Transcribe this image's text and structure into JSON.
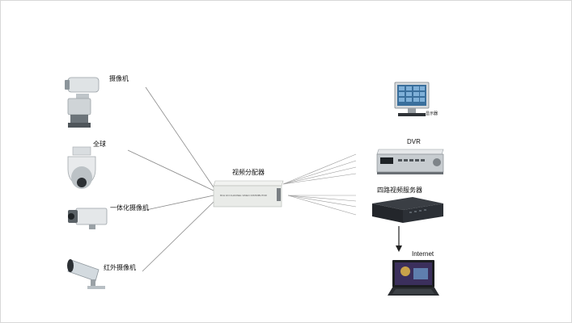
{
  "diagram": {
    "cameras": [
      {
        "label": "摄像机",
        "icon": "ptz-camera-icon"
      },
      {
        "label": "全球",
        "icon": "dome-camera-icon"
      },
      {
        "label": "一体化摄像机",
        "icon": "box-camera-icon"
      },
      {
        "label": "红外摄像机",
        "icon": "ir-bullet-camera-icon"
      }
    ],
    "distributor": {
      "label": "视频分配器",
      "panel_text": "8CH 1IN CHANNEL VIDEO DISTRIBUTOR",
      "icon": "video-distributor-icon"
    },
    "outputs": [
      {
        "label": "显示器",
        "icon": "monitor-icon"
      },
      {
        "label": "DVR",
        "icon": "dvr-icon"
      },
      {
        "label": "四路视频服务器",
        "icon": "video-server-icon"
      }
    ],
    "internet": {
      "label": "Internet",
      "icon": "laptop-icon"
    },
    "colors": {
      "line": "#8a8a8a",
      "device_light": "#e9ebe8",
      "device_dark": "#2a2d33",
      "screen": "#3a6f9c",
      "arrow": "#222222"
    }
  }
}
